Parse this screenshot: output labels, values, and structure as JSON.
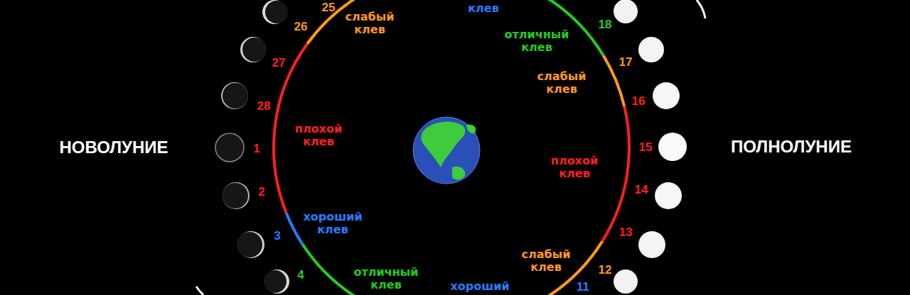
{
  "diagram": {
    "labels": [
      "НОВОЛУНИЕ",
      "ПОЛНОЛУНИЕ",
      "клев",
      "слабый клев",
      "отличный клев",
      "слабый клев",
      "плохой клев",
      "плохой клев",
      "хороший клев",
      "слабый клев",
      "отличный клев",
      "хороший",
      "25",
      "26",
      "27",
      "28",
      "1",
      "2",
      "3",
      "4",
      "18",
      "17",
      "16",
      "15",
      "14",
      "13",
      "12",
      "11"
    ]
  }
}
